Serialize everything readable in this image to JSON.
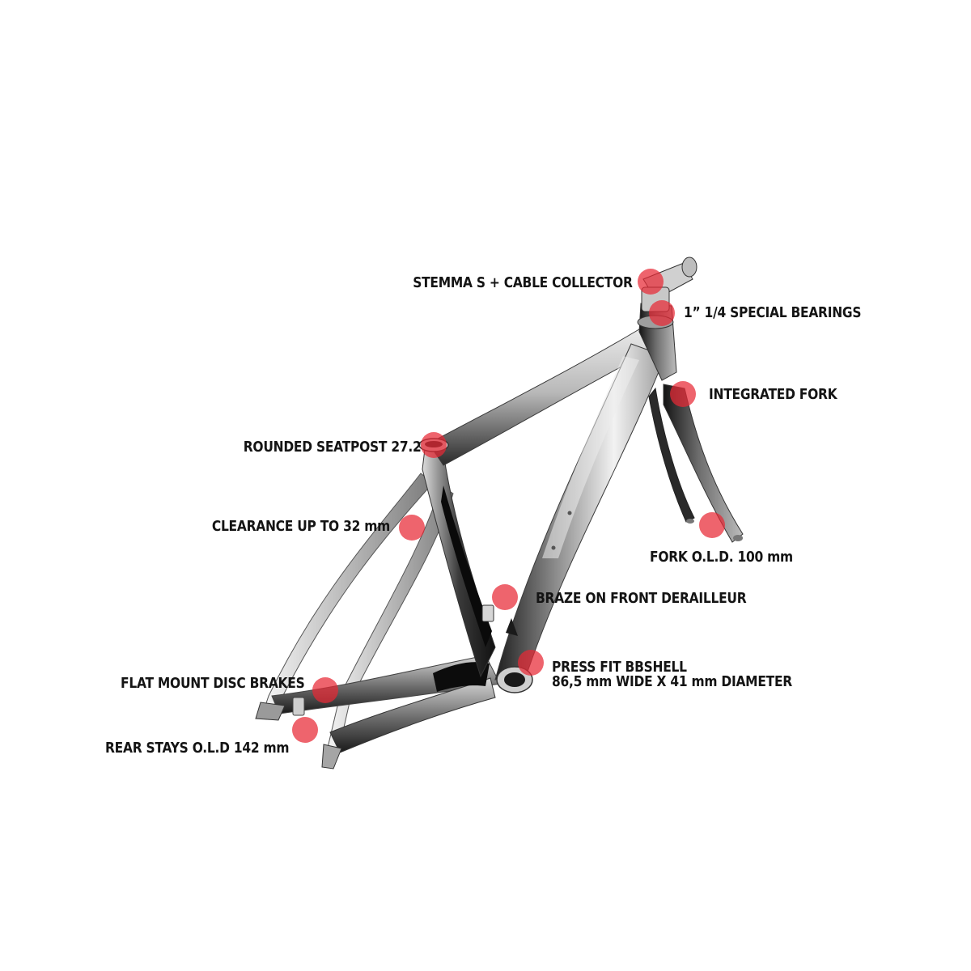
{
  "colors": {
    "background": "#ffffff",
    "marker": "#e82834",
    "text": "#141414",
    "frame_light": "#e6e6e6",
    "frame_mid": "#a8a8a8",
    "frame_dark": "#1c1c1c"
  },
  "callouts": {
    "stem": "STEMMA S + CABLE COLLECTOR",
    "bearings": "1” 1/4 SPECIAL BEARINGS",
    "fork": "INTEGRATED FORK",
    "seatpost": "ROUNDED SEATPOST 27.2",
    "clearance": "CLEARANCE UP TO 32 mm",
    "fork_old": "FORK O.L.D. 100 mm",
    "derailleur": "BRAZE ON FRONT DERAILLEUR",
    "bbshell_line1": "PRESS FIT BBSHELL",
    "bbshell_line2": "86,5 mm WIDE X 41 mm DIAMETER",
    "disc_brakes": "FLAT MOUNT DISC BRAKES",
    "rear_stays": "REAR STAYS O.L.D 142 mm"
  }
}
